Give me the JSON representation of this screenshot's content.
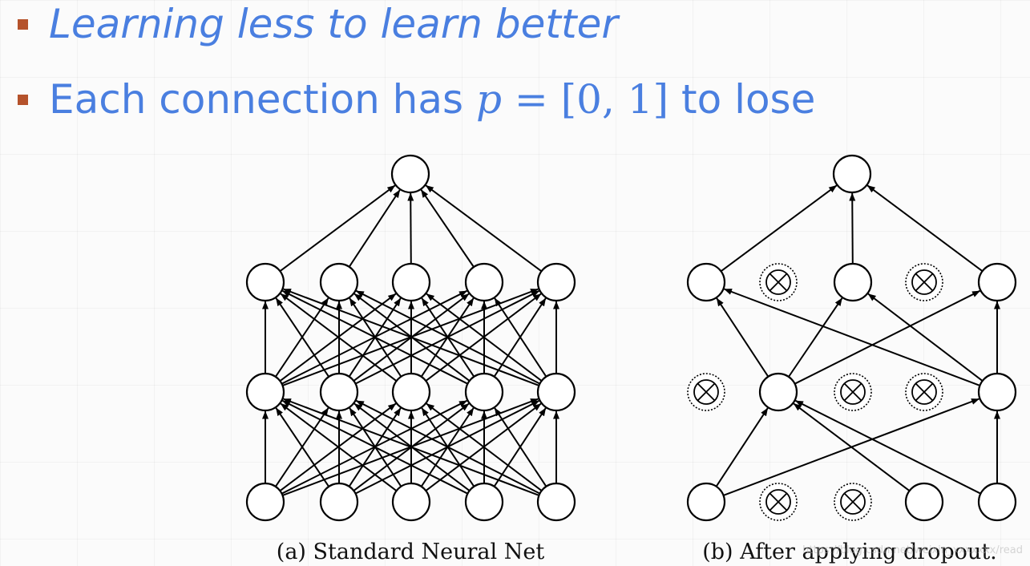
{
  "slide": {
    "accent_color": "#4a7fe0",
    "bullet_color": "#b5522b",
    "bullets": [
      {
        "text": "Learning less to learn better",
        "style": "italic"
      },
      {
        "prefix": "Each connection has ",
        "math_var": "p",
        "math_rest": " = [0, 1]",
        "suffix": " to lose"
      }
    ]
  },
  "diagram": {
    "panel_a": {
      "caption": "(a) Standard Neural Net",
      "layers": [
        5,
        5,
        5,
        1
      ],
      "dropped": [
        [],
        [],
        [],
        []
      ],
      "connectivity": "fully-connected"
    },
    "panel_b": {
      "caption": "(b) After applying dropout.",
      "layers": [
        5,
        5,
        5,
        1
      ],
      "dropped": [
        [
          1,
          2
        ],
        [
          0,
          2,
          3
        ],
        [
          1,
          3
        ],
        []
      ],
      "connectivity": "only between kept units"
    },
    "watermark": "https://blog.csdn.net/weixin_xxxxxxx/read"
  }
}
